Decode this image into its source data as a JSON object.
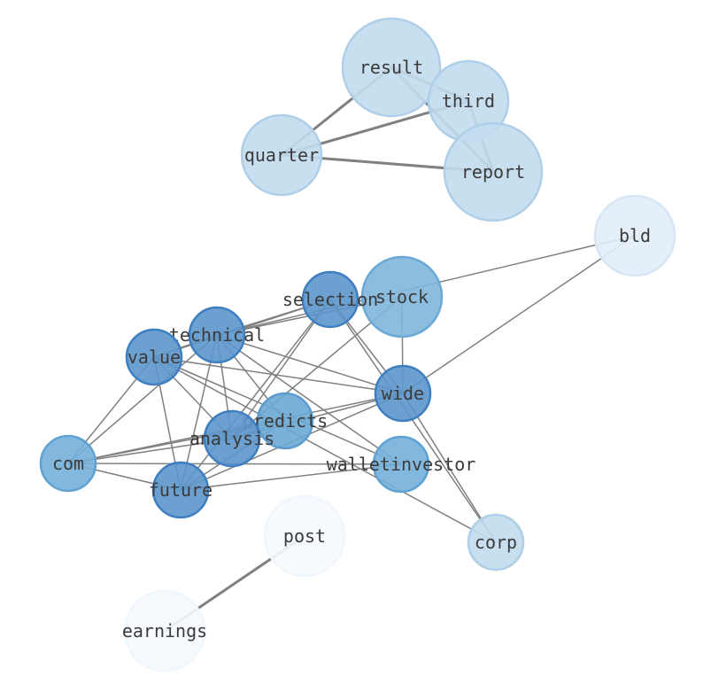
{
  "graph": {
    "nodes": [
      {
        "id": "result",
        "label": "result",
        "shade": "#c2dbee",
        "stroke": "#afcfe8"
      },
      {
        "id": "third",
        "label": "third",
        "shade": "#c2dbee",
        "stroke": "#afcfe8"
      },
      {
        "id": "quarter",
        "label": "quarter",
        "shade": "#c2dbee",
        "stroke": "#afcfe8"
      },
      {
        "id": "report",
        "label": "report",
        "shade": "#c2dbee",
        "stroke": "#afcfe8"
      },
      {
        "id": "bld",
        "label": "bld",
        "shade": "#e2edf8",
        "stroke": "#d6e6f5"
      },
      {
        "id": "stock",
        "label": "stock",
        "shade": "#7fb6dc",
        "stroke": "#6aa8d5"
      },
      {
        "id": "selection",
        "label": "selection",
        "shade": "#5b96cb",
        "stroke": "#3d7fc0"
      },
      {
        "id": "technical",
        "label": "technical",
        "shade": "#5b96cb",
        "stroke": "#3d7fc0"
      },
      {
        "id": "value",
        "label": "value",
        "shade": "#5b96cb",
        "stroke": "#3d7fc0"
      },
      {
        "id": "wide",
        "label": "wide",
        "shade": "#5b96cb",
        "stroke": "#3d7fc0"
      },
      {
        "id": "predicts",
        "label": "predicts",
        "shade": "#6aa8d5",
        "stroke": "#5b9bce"
      },
      {
        "id": "analysis",
        "label": "analysis",
        "shade": "#5b96cb",
        "stroke": "#3d7fc0"
      },
      {
        "id": "com",
        "label": "com",
        "shade": "#74b0d9",
        "stroke": "#5fa2d1"
      },
      {
        "id": "walletinvestor",
        "label": "walletinvestor",
        "shade": "#74b0d9",
        "stroke": "#5fa2d1"
      },
      {
        "id": "future",
        "label": "future",
        "shade": "#5b96cb",
        "stroke": "#3d7fc0"
      },
      {
        "id": "post",
        "label": "post",
        "shade": "#f5f9fe",
        "stroke": "#f0f6fd"
      },
      {
        "id": "corp",
        "label": "corp",
        "shade": "#c2dbee",
        "stroke": "#afcfe8"
      },
      {
        "id": "earnings",
        "label": "earnings",
        "shade": "#f5f9fe",
        "stroke": "#f0f6fd"
      }
    ],
    "edges": [
      {
        "source": "result",
        "target": "quarter",
        "weight": 3
      },
      {
        "source": "result",
        "target": "third",
        "weight": 3
      },
      {
        "source": "result",
        "target": "report",
        "weight": 3
      },
      {
        "source": "quarter",
        "target": "third",
        "weight": 3
      },
      {
        "source": "quarter",
        "target": "report",
        "weight": 3
      },
      {
        "source": "third",
        "target": "report",
        "weight": 3
      },
      {
        "source": "post",
        "target": "earnings",
        "weight": 3
      },
      {
        "source": "technical",
        "target": "bld",
        "weight": 1.5
      },
      {
        "source": "wide",
        "target": "bld",
        "weight": 1.5
      },
      {
        "source": "selection",
        "target": "technical",
        "weight": 1.5
      },
      {
        "source": "selection",
        "target": "value",
        "weight": 1.5
      },
      {
        "source": "selection",
        "target": "wide",
        "weight": 1.5
      },
      {
        "source": "selection",
        "target": "analysis",
        "weight": 1.5
      },
      {
        "source": "selection",
        "target": "future",
        "weight": 1.5
      },
      {
        "source": "selection",
        "target": "corp",
        "weight": 1.5
      },
      {
        "source": "stock",
        "target": "technical",
        "weight": 1.5
      },
      {
        "source": "stock",
        "target": "wide",
        "weight": 1.5
      },
      {
        "source": "stock",
        "target": "analysis",
        "weight": 1.5
      },
      {
        "source": "technical",
        "target": "value",
        "weight": 1.5
      },
      {
        "source": "technical",
        "target": "wide",
        "weight": 1.5
      },
      {
        "source": "technical",
        "target": "com",
        "weight": 1.5
      },
      {
        "source": "technical",
        "target": "future",
        "weight": 1.5
      },
      {
        "source": "technical",
        "target": "analysis",
        "weight": 1.5
      },
      {
        "source": "technical",
        "target": "predicts",
        "weight": 1.5
      },
      {
        "source": "technical",
        "target": "walletinvestor",
        "weight": 1.5
      },
      {
        "source": "value",
        "target": "wide",
        "weight": 1.5
      },
      {
        "source": "value",
        "target": "com",
        "weight": 1.5
      },
      {
        "source": "value",
        "target": "future",
        "weight": 1.5
      },
      {
        "source": "value",
        "target": "analysis",
        "weight": 1.5
      },
      {
        "source": "value",
        "target": "walletinvestor",
        "weight": 1.5
      },
      {
        "source": "value",
        "target": "corp",
        "weight": 1.5
      },
      {
        "source": "wide",
        "target": "com",
        "weight": 1.5
      },
      {
        "source": "wide",
        "target": "future",
        "weight": 1.5
      },
      {
        "source": "wide",
        "target": "analysis",
        "weight": 1.5
      },
      {
        "source": "wide",
        "target": "corp",
        "weight": 1.5
      },
      {
        "source": "com",
        "target": "future",
        "weight": 1.5
      },
      {
        "source": "com",
        "target": "analysis",
        "weight": 1.5
      },
      {
        "source": "com",
        "target": "walletinvestor",
        "weight": 1.5
      },
      {
        "source": "com",
        "target": "predicts",
        "weight": 1.5
      },
      {
        "source": "future",
        "target": "walletinvestor",
        "weight": 1.5
      },
      {
        "source": "future",
        "target": "predicts",
        "weight": 1.5
      },
      {
        "source": "analysis",
        "target": "predicts",
        "weight": 1.5
      }
    ],
    "edge_color": "#808080"
  }
}
